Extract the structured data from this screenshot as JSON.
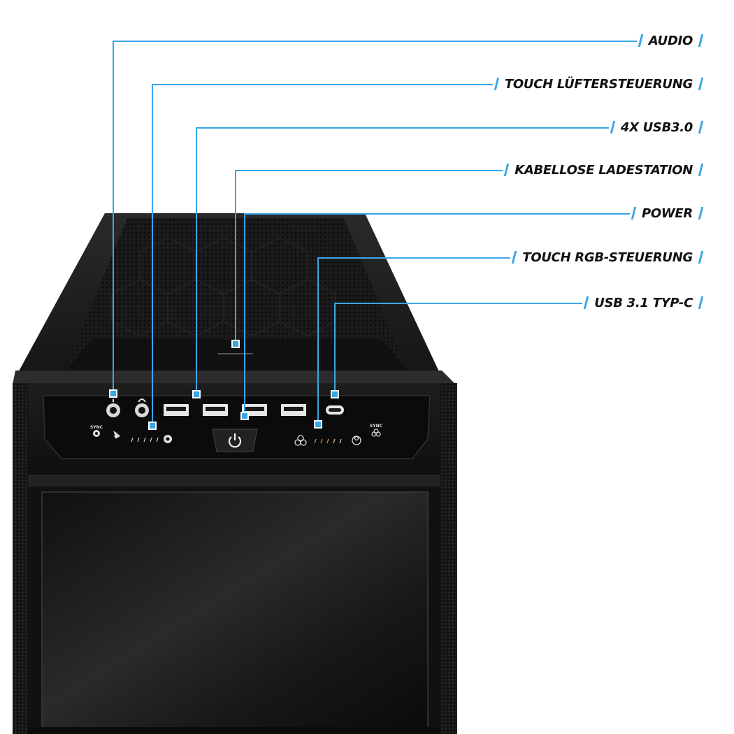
{
  "callouts": [
    {
      "id": "audio",
      "label": "AUDIO"
    },
    {
      "id": "fan",
      "label": "TOUCH LÜFTERSTEUERUNG"
    },
    {
      "id": "usb3",
      "label": "4X USB3.0"
    },
    {
      "id": "charging",
      "label": "KABELLOSE LADESTATION"
    },
    {
      "id": "power",
      "label": "POWER"
    },
    {
      "id": "rgb",
      "label": "TOUCH RGB-STEUERUNG"
    },
    {
      "id": "usbc",
      "label": "USB 3.1 TYP-C"
    }
  ],
  "panel": {
    "sync_left": "SYNC",
    "sync_right": "SYNC"
  },
  "colors": {
    "accent": "#3aa6ea",
    "case": "#161616",
    "panel": "#0b0b0b",
    "rgb_dash": "#e8892a"
  },
  "icons": [
    "audio-mic-jack-icon",
    "headphone-jack-icon",
    "fan-icon",
    "rgb-icon",
    "power-icon",
    "usb-c-port-icon"
  ]
}
